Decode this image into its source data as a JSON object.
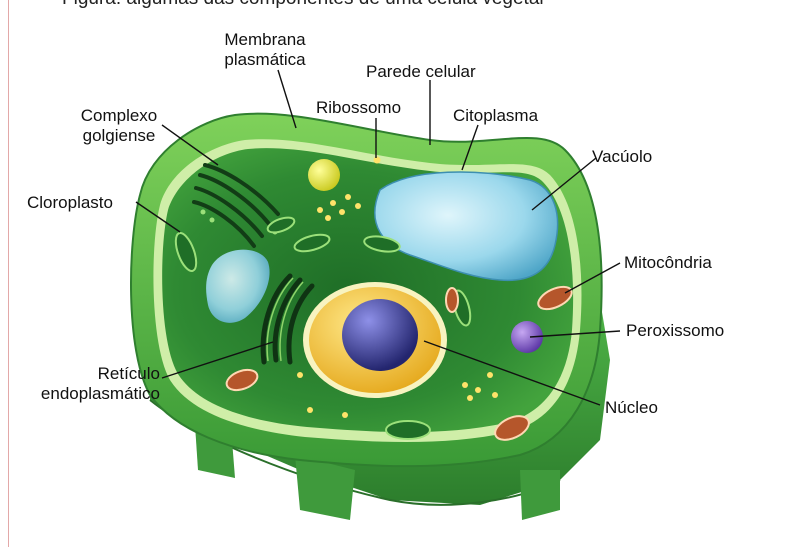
{
  "caption_fragment": "Figura:  algumas das componentes de uma célula vegetal",
  "labels": {
    "membrana": "Membrana plasmática",
    "membrana_l1": "Membrana",
    "membrana_l2": "plasmática",
    "parede": "Parede celular",
    "ribossomo": "Ribossomo",
    "complexo_l1": "Complexo",
    "complexo_l2": "golgiense",
    "citoplasma": "Citoplasma",
    "vacuolo": "Vacúolo",
    "cloroplasto": "Cloroplasto",
    "mitocondria": "Mitocôndria",
    "peroxissomo": "Peroxissomo",
    "reticulo_l1": "Retículo",
    "reticulo_l2": "endoplasmático",
    "nucleo": "Núcleo"
  },
  "colors": {
    "wall": "#49b345",
    "cytoplasm": "#2f8a33",
    "vacuole": "#8fd3ea",
    "nucleus_ring": "#f2c12e",
    "nucleus_core": "#3d3fa0",
    "peroxisome": "#7d57c8",
    "mitochondria": "#c86b3a"
  }
}
